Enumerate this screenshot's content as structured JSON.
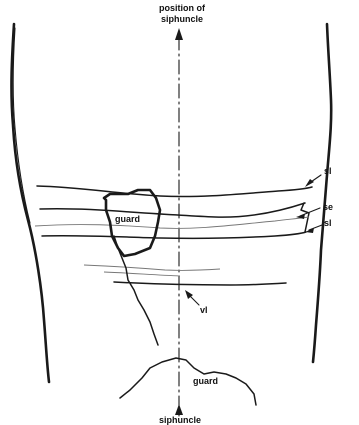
{
  "labels": {
    "top_axis_line1": "position of",
    "top_axis_line2": "siphuncle",
    "bottom_axis": "siphuncle",
    "guard_upper": "guard",
    "guard_lower": "guard",
    "sl_upper": "sl",
    "se": "se",
    "sl_lower": "sl",
    "vl": "vl"
  }
}
